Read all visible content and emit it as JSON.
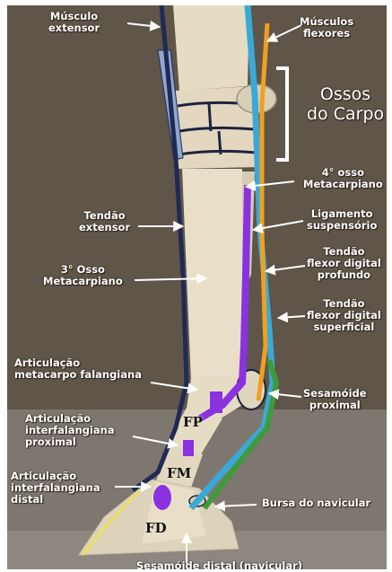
{
  "figure": {
    "labels": {
      "musculo_extensor": "Músculo\nextensor",
      "musculos_flexores": "Músculos\nflexores",
      "ossos_do_carpo": "Ossos\ndo Carpo",
      "quarto_osso_metacarpiano": "4° osso\nMetacarpiano",
      "tendao_extensor": "Tendão\nextensor",
      "ligamento_suspensorio": "Ligamento\nsuspensório",
      "terceiro_osso_metacarpiano": "3° Osso\nMetacarpiano",
      "tendao_flexor_profundo": "Tendão\nflexor digital\nprofundo",
      "tendao_flexor_superficial": "Tendão\nflexor digital\nsuperficial",
      "articulacao_metacarpo": "Articulação\nmetacarpo falangiana",
      "sesamoide_proximal": "Sesamóide\nproximal",
      "articulacao_interfalangiana_proximal": "Articulação\ninterfalangiana\nproximal",
      "articulacao_interfalangiana_distal": "Articulação\ninterfalangiana\ndistal",
      "bursa_do_navicular": "Bursa do navicular",
      "sesamoide_distal": "Sesamóide distal (navicular)"
    },
    "bone_tags": {
      "fp": "FP",
      "fm": "FM",
      "fd": "FD"
    },
    "colors": {
      "background": "#5f5548",
      "bone": "#e6dcc4",
      "extensor_tendon": "#1f2a55",
      "extensor_muscle": "#8fa6cf",
      "suspensory_ligament": "#8a32e0",
      "deep_flexor": "#f0a020",
      "superficial_flexor": "#3aa9d8",
      "green_band": "#3f9a3a",
      "yellow_line": "#e8e060",
      "label_text": "#ffffff"
    }
  }
}
